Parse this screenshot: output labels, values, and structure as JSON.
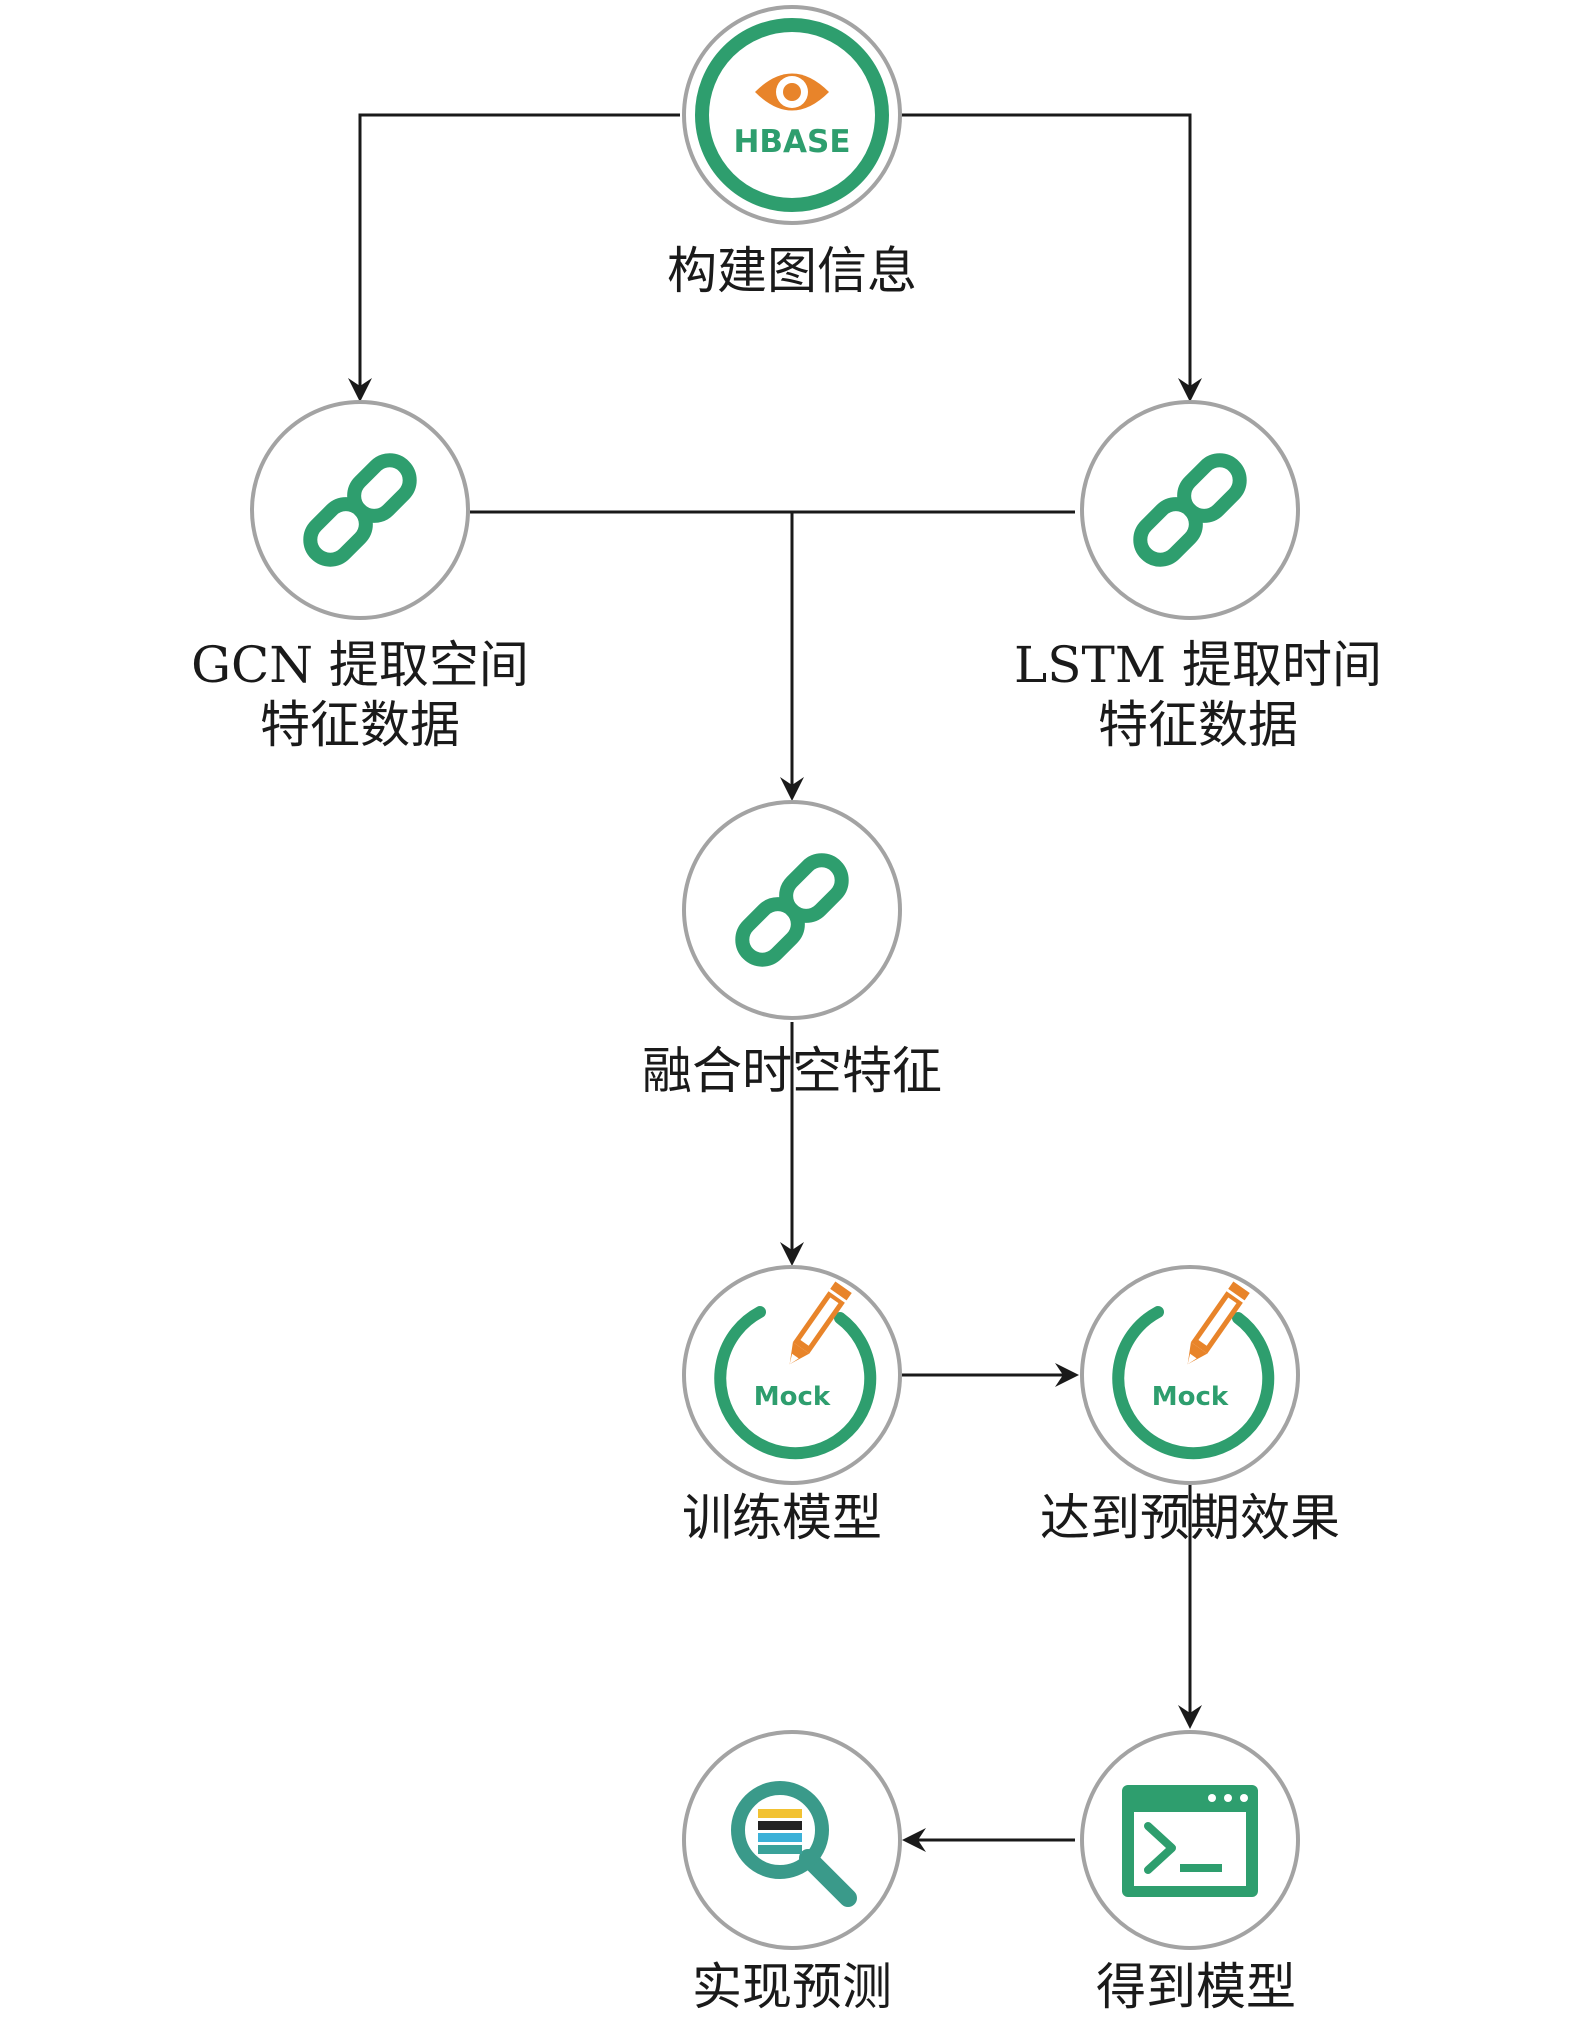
{
  "nodes": {
    "build_graph": {
      "label": "构建图信息",
      "icon": "hbase-eye-icon",
      "icon_text": "HBASE"
    },
    "gcn": {
      "label_line1": "GCN 提取空间",
      "label_line2": "特征数据",
      "icon": "chain-link-icon"
    },
    "lstm": {
      "label_line1": "LSTM 提取时间",
      "label_line2": "特征数据",
      "icon": "chain-link-icon"
    },
    "fuse": {
      "label": "融合时空特征",
      "icon": "chain-link-icon"
    },
    "train": {
      "label": "训练模型",
      "icon": "mock-pencil-icon",
      "icon_text": "Mock"
    },
    "achieve": {
      "label": "达到预期效果",
      "icon": "mock-pencil-icon",
      "icon_text": "Mock"
    },
    "get_model": {
      "label": "得到模型",
      "icon": "terminal-window-icon"
    },
    "predict": {
      "label": "实现预测",
      "icon": "magnifier-icon"
    }
  },
  "edges": [
    {
      "from": "build_graph",
      "to": "gcn"
    },
    {
      "from": "build_graph",
      "to": "lstm"
    },
    {
      "from": "gcn",
      "to": "fuse"
    },
    {
      "from": "lstm",
      "to": "fuse"
    },
    {
      "from": "fuse",
      "to": "train"
    },
    {
      "from": "train",
      "to": "achieve"
    },
    {
      "from": "achieve",
      "to": "get_model"
    },
    {
      "from": "get_model",
      "to": "predict"
    }
  ],
  "colors": {
    "icon_green": "#2e9e6e",
    "icon_orange": "#e8842a",
    "ring_gray": "#a3a3a3",
    "line": "#1a1a1a"
  }
}
